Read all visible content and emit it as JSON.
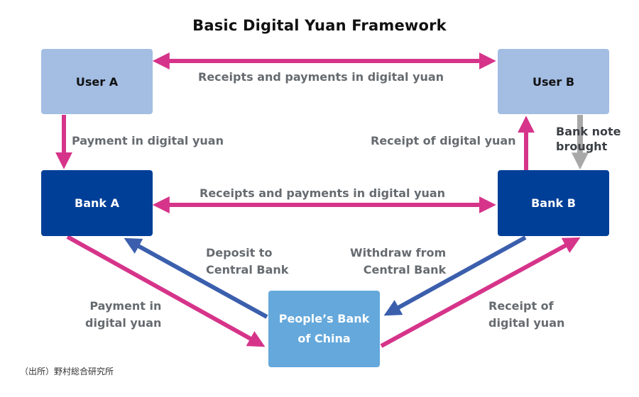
{
  "title": "Basic Digital Yuan Framework",
  "colors": {
    "user_box": "#a3bde3",
    "bank_box": "#003f98",
    "central_bank_box": "#64a8dc",
    "digital_yuan_arrow": "#d6348a",
    "central_bank_arrow": "#3b5fad",
    "banknote_arrow": "#a8a8a8",
    "label_text": "#666b70"
  },
  "nodes": {
    "user_a": "User A",
    "user_b": "User B",
    "bank_a": "Bank A",
    "bank_b": "Bank B",
    "pboc_line1": "People’s Bank",
    "pboc_line2": "of China"
  },
  "edges": [
    {
      "id": "usera-userb",
      "from": "User A",
      "to": "User B",
      "direction": "both",
      "type": "digital_yuan",
      "label": "Receipts and payments in digital yuan"
    },
    {
      "id": "usera-banka",
      "from": "User A",
      "to": "Bank A",
      "direction": "forward",
      "type": "digital_yuan",
      "label": "Payment in digital yuan"
    },
    {
      "id": "bankb-userb",
      "from": "Bank B",
      "to": "User B",
      "direction": "forward",
      "type": "digital_yuan",
      "label": "Receipt of digital yuan"
    },
    {
      "id": "userb-bankb",
      "from": "User B",
      "to": "Bank B",
      "direction": "forward",
      "type": "banknote",
      "label_line1": "Bank note",
      "label_line2": "brought"
    },
    {
      "id": "banka-bankb",
      "from": "Bank A",
      "to": "Bank B",
      "direction": "both",
      "type": "digital_yuan",
      "label": "Receipts and payments in digital yuan"
    },
    {
      "id": "pboc-banka",
      "from": "People's Bank of China",
      "to": "Bank A",
      "direction": "forward",
      "type": "central_bank",
      "label_line1": "Deposit to",
      "label_line2": "Central Bank"
    },
    {
      "id": "bankb-pboc",
      "from": "Bank B",
      "to": "People's Bank of China",
      "direction": "forward",
      "type": "central_bank",
      "label_line1": "Withdraw from",
      "label_line2": "Central Bank"
    },
    {
      "id": "banka-pboc",
      "from": "Bank A",
      "to": "People's Bank of China",
      "direction": "forward",
      "type": "digital_yuan",
      "label_line1": "Payment in",
      "label_line2": "digital yuan"
    },
    {
      "id": "pboc-bankb",
      "from": "People's Bank of China",
      "to": "Bank B",
      "direction": "forward",
      "type": "digital_yuan",
      "label_line1": "Receipt of",
      "label_line2": "digital yuan"
    }
  ],
  "source_note": "（出所）野村総合研究所"
}
